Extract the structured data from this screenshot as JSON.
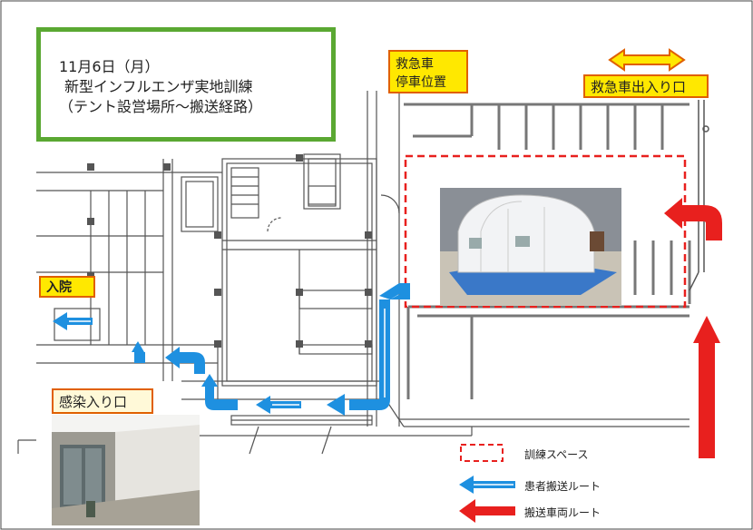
{
  "title": {
    "line1": "11月6日（月）",
    "line2": "新型インフルエンザ実地訓練",
    "line3": "（テント設営場所～搬送経路）"
  },
  "labels": {
    "ambulance_stop": [
      "救急車",
      "停車位置"
    ],
    "ambulance_gate": "救急車出入り口",
    "admission": "入院",
    "infection_entrance": "感染入り口"
  },
  "legend": {
    "training_space": "訓練スペース",
    "patient_route": "患者搬送ルート",
    "vehicle_route": "搬送車両ルート"
  },
  "colors": {
    "title_border": "#5aa832",
    "label_fill": "#ffe800",
    "label_border": "#e06000",
    "patient_route": "#1e90e0",
    "vehicle_route": "#e8201e",
    "training_space": "#e8201e",
    "plan_lines": "#555555"
  }
}
